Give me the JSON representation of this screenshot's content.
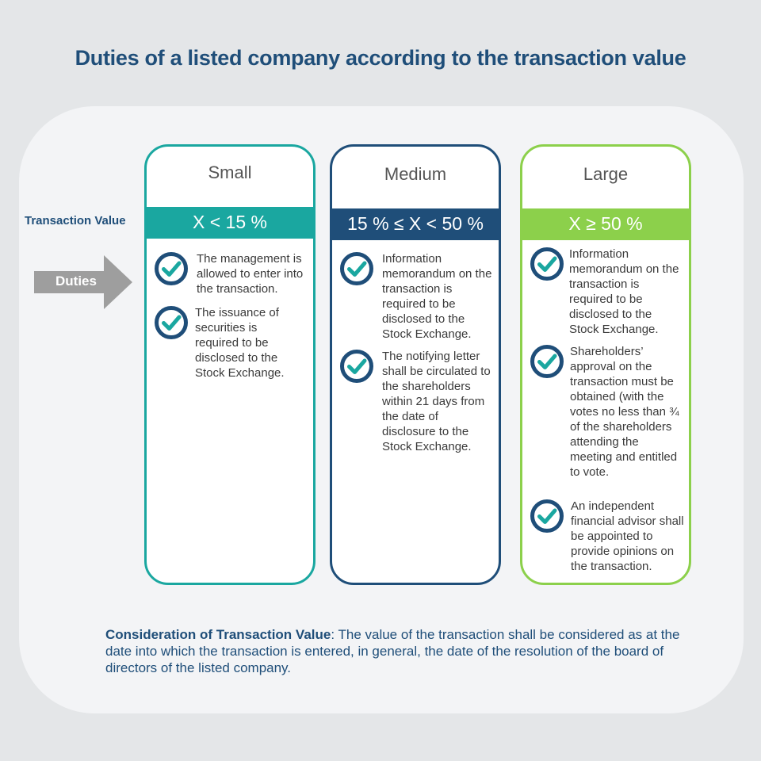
{
  "title": "Duties of a listed company according to the transaction value",
  "row_labels": {
    "transaction_value": "Transaction Value",
    "duties": "Duties"
  },
  "colors": {
    "small": "#1aa7a0",
    "medium": "#1f4e79",
    "large": "#8cd04b",
    "check_ring": "#1f4e79",
    "check_mark": "#1aa7a0",
    "arrow": "#9e9e9e"
  },
  "columns": [
    {
      "name": "Small",
      "range": "X < 15 %",
      "items": [
        "The management is allowed to enter into the transaction.",
        "The issuance of securities is required to be disclosed to the Stock Exchange."
      ]
    },
    {
      "name": "Medium",
      "range": "15 % ≤ X < 50 %",
      "items": [
        "Information memorandum on the transaction is required to be disclosed to the Stock Exchange.",
        "The notifying letter shall be circulated to the shareholders within 21 days from the date of disclosure to the Stock Exchange."
      ]
    },
    {
      "name": "Large",
      "range": "X ≥ 50 %",
      "items": [
        "Information memorandum on the transaction is required to be disclosed to the Stock Exchange.",
        "Shareholders’ approval on the transaction must be obtained (with the votes no less than ¾ of the shareholders attending the meeting and entitled to vote.",
        "An independent financial advisor shall be appointed to provide opinions on the transaction."
      ]
    }
  ],
  "footer": {
    "label": "Consideration of Transaction Value",
    "text": ": The value of the transaction shall be considered as at the date into which the transaction is entered, in general, the date of the resolution of the board of directors of the listed company."
  }
}
